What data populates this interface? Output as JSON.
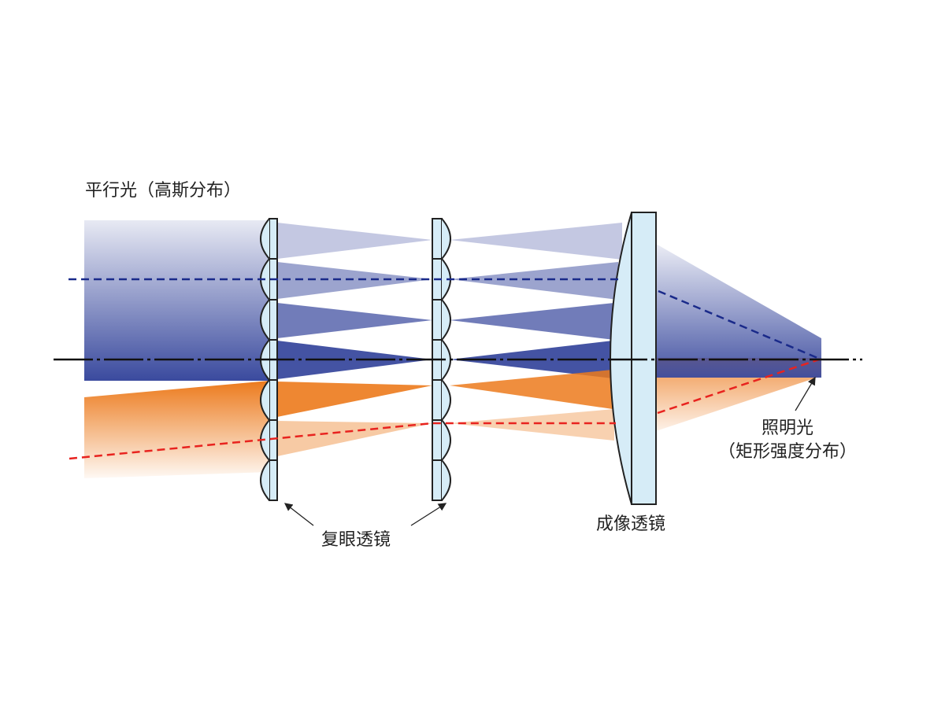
{
  "labels": {
    "parallel_light": "平行光（高斯分布）",
    "fly_eye_lens": "复眼透镜",
    "imaging_lens": "成像透镜",
    "illumination_light": "照明光",
    "illumination_distribution": "（矩形强度分布）"
  },
  "colors": {
    "blue_beam": "#3a4a9e",
    "orange_beam": "#ec7a1c",
    "lens_fill": "#d6ecf7",
    "blue_ray": "#1a2a8a",
    "red_ray": "#e8231f",
    "axis": "#111111"
  },
  "fly_eye_lenslet_count": 7
}
